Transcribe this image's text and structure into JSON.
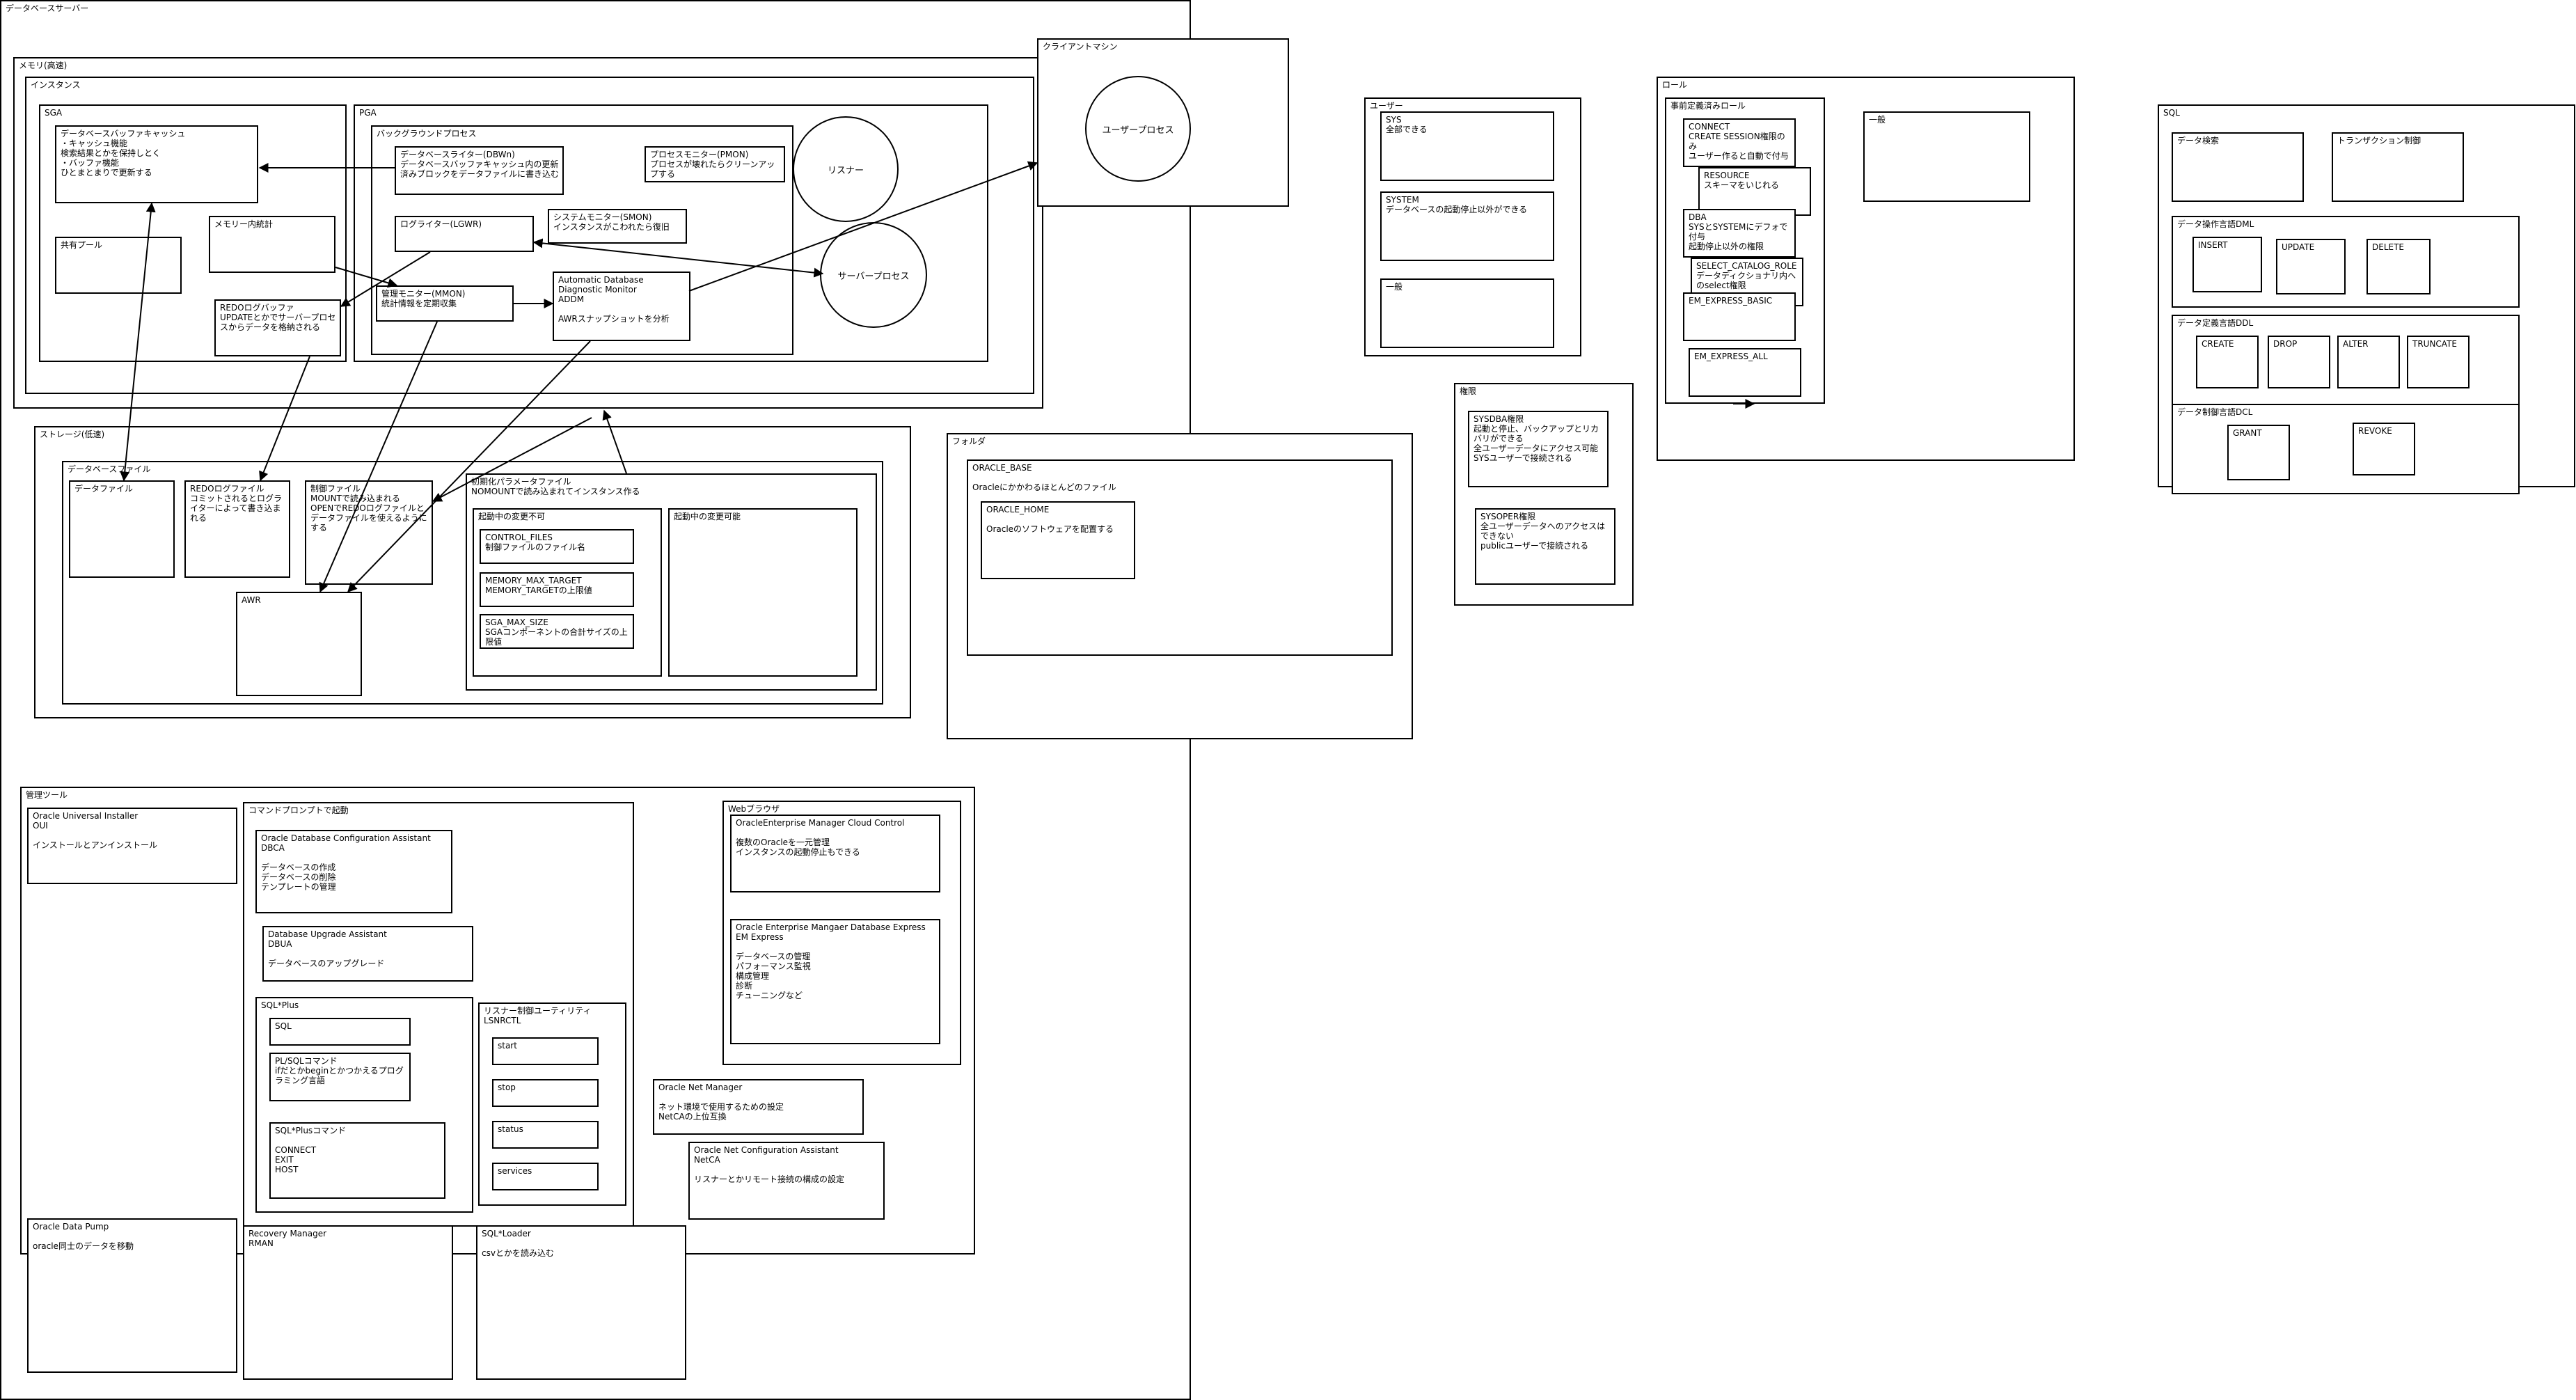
{
  "colors": {
    "line": "#000000",
    "background": "#ffffff"
  },
  "boxes": {
    "db_server": "データベースサーバー",
    "memory": "メモリ(高速)",
    "instance": "インスタンス",
    "sga": "SGA",
    "buffer_cache": "データベースバッファキャッシュ\n・キャッシュ機能\n検索結果とかを保持しとく\n・バッファ機能\nひとまとまりで更新する",
    "shared_pool": "共有プール",
    "memory_stats": "メモリー内統計",
    "redo_buffer": "REDOログバッファ\nUPDATEとかでサーバープロセスからデータを格納される",
    "pga": "PGA",
    "bg_process": "バックグラウンドプロセス",
    "dbwn": "データベースライター(DBWn)\nデータベースバッファキャッシュ内の更新済みブロックをデータファイルに書き込む",
    "pmon": "プロセスモニター(PMON)\nプロセスが壊れたらクリーンアップする",
    "lgwr": "ログライター(LGWR)",
    "smon": "システムモニター(SMON)\nインスタンスがこわれたら復旧",
    "mmon": "管理モニター(MMON)\n統計情報を定期収集",
    "addm": "Automatic Database Diagnostic Monitor\nADDM\n\nAWRスナップショットを分析",
    "storage": "ストレージ(低速)",
    "db_files": "データベースファイル",
    "data_file": "データファイル",
    "redo_file": "REDOログファイル\nコミットされるとログライターによって書き込まれる",
    "control_file": "制御ファイル\nMOUNTで読み込まれる\nOPENでREDOログファイルとデータファイルを使えるようにする",
    "awr": "AWR",
    "param_file": "初期化パラメータファイル\nNOMOUNTで読み込まれてインスタンス作る",
    "static_params": "起動中の変更不可",
    "control_files_param": "CONTROL_FILES\n制御ファイルのファイル名",
    "memory_max_target": "MEMORY_MAX_TARGET\nMEMORY_TARGETの上限値",
    "sga_max_size": "SGA_MAX_SIZE\nSGAコンポーネントの合計サイズの上限値",
    "dynamic_params": "起動中の変更可能",
    "client_machine": "クライアントマシン",
    "folder": "フォルダ",
    "oracle_base": "ORACLE_BASE\n\nOracleにかかわるほとんどのファイル",
    "oracle_home": "ORACLE_HOME\n\nOracleのソフトウェアを配置する",
    "users": "ユーザー",
    "sys_user": "SYS\n全部できる",
    "system_user": "SYSTEM\nデータベースの起動停止以外ができる",
    "general_user": "一般",
    "privileges": "権限",
    "sysdba": "SYSDBA権限\n起動と停止、バックアップとリカバリができる\n全ユーザーデータにアクセス可能\nSYSユーザーで接続される",
    "sysoper": "SYSOPER権限\n全ユーザーデータへのアクセスはできない\npublicユーザーで接続される",
    "roles": "ロール",
    "predefined_roles": "事前定義済みロール",
    "connect_role": "CONNECT\nCREATE SESSION権限のみ\nユーザー作ると自動で付与",
    "resource_role": "RESOURCE\nスキーマをいじれる",
    "dba_role": "DBA\nSYSとSYSTEMにデフォで付与\n起動停止以外の権限",
    "select_catalog_role": "SELECT_CATALOG_ROLE\nデータディクショナリ内へのselect権限",
    "em_express_basic": "EM_EXPRESS_BASIC",
    "em_express_all": "EM_EXPRESS_ALL",
    "general_role": "一般",
    "sql": "SQL",
    "data_search": "データ検索",
    "transaction_control": "トランザクション制御",
    "dml": "データ操作言語DML",
    "insert": "INSERT",
    "update": "UPDATE",
    "delete": "DELETE",
    "ddl": "データ定義言語DDL",
    "create": "CREATE",
    "drop": "DROP",
    "alter": "ALTER",
    "truncate": "TRUNCATE",
    "dcl": "データ制御言語DCL",
    "grant": "GRANT",
    "revoke": "REVOKE",
    "admin_tools": "管理ツール",
    "oui": "Oracle Universal Installer\nOUI\n\nインストールとアンインストール",
    "cmd_prompt": "コマンドプロンプトで起動",
    "dbca": "Oracle Database Configuration Assistant\nDBCA\n\nデータベースの作成\nデータベースの削除\nテンプレートの管理",
    "dbua": "Database Upgrade Assistant\nDBUA\n\nデータベースのアップグレード",
    "sqlplus": "SQL*Plus",
    "sqlplus_sql": "SQL",
    "plsql": "PL/SQLコマンド\nifだとかbeginとかつかえるプログラミング言語",
    "sqlplus_cmd": "SQL*Plusコマンド\n\nCONNECT\nEXIT\nHOST",
    "lsnrctl": "リスナー制御ユーティリティ\nLSNRCTL",
    "start": "start",
    "stop": "stop",
    "status": "status",
    "services": "services",
    "web_browser": "Webブラウザ",
    "em_cloud": "OracleEnterprise Manager Cloud Control\n\n複数のOracleを一元管理\nインスタンスの起動停止もできる",
    "em_express": "Oracle Enterprise Mangaer Database Express\nEM Express\n\nデータベースの管理\nパフォーマンス監視\n構成管理\n診断\nチューニングなど",
    "net_manager": "Oracle Net Manager\n\nネット環境で使用するための設定\nNetCAの上位互換",
    "netca": "Oracle Net Configuration Assistant\nNetCA\n\nリスナーとかリモート接続の構成の設定",
    "data_pump": "Oracle Data Pump\n\noracle同士のデータを移動",
    "rman": "Recovery Manager\nRMAN",
    "sql_loader": "SQL*Loader\n\ncsvとかを読み込む"
  },
  "circles": {
    "listener": "リスナー",
    "server_process": "サーバープロセス",
    "user_process": "ユーザープロセス"
  }
}
